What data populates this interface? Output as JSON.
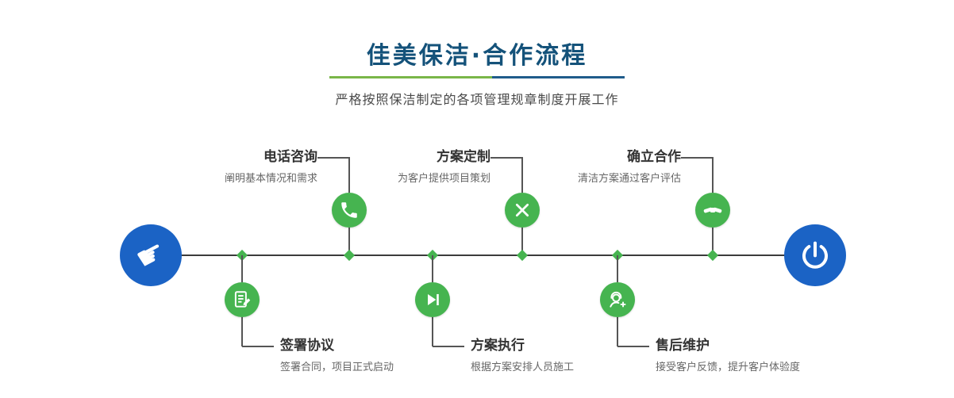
{
  "header": {
    "title": "佳美保洁·合作流程",
    "subtitle": "严格按照保洁制定的各项管理规章制度开展工作"
  },
  "colors": {
    "title_blue": "#14527a",
    "divider_green": "#7ab648",
    "divider_blue": "#1f5c8b",
    "endpoint_blue": "#1b63c5",
    "node_green": "#46b450",
    "timeline_line": "#3b3b3b",
    "step_title_text": "#333333",
    "step_desc_text": "#666666"
  },
  "timeline": {
    "start_icon": "pointing-hand-icon",
    "end_icon": "power-icon"
  },
  "steps": [
    {
      "id": "phone",
      "title": "电话咨询",
      "desc": "阐明基本情况和需求",
      "icon": "phone-icon",
      "position": "above"
    },
    {
      "id": "contract",
      "title": "签署协议",
      "desc": "签署合同，项目正式启动",
      "icon": "contract-icon",
      "position": "below"
    },
    {
      "id": "plan",
      "title": "方案定制",
      "desc": "为客户提供项目策划",
      "icon": "pen-ruler-icon",
      "position": "above"
    },
    {
      "id": "execute",
      "title": "方案执行",
      "desc": "根据方案安排人员施工",
      "icon": "play-icon",
      "position": "below"
    },
    {
      "id": "cooperate",
      "title": "确立合作",
      "desc": "清洁方案通过客户评估",
      "icon": "handshake-icon",
      "position": "above"
    },
    {
      "id": "aftersale",
      "title": "售后维护",
      "desc": "接受客户反馈，提升客户体验度",
      "icon": "headset-icon",
      "position": "below"
    }
  ]
}
